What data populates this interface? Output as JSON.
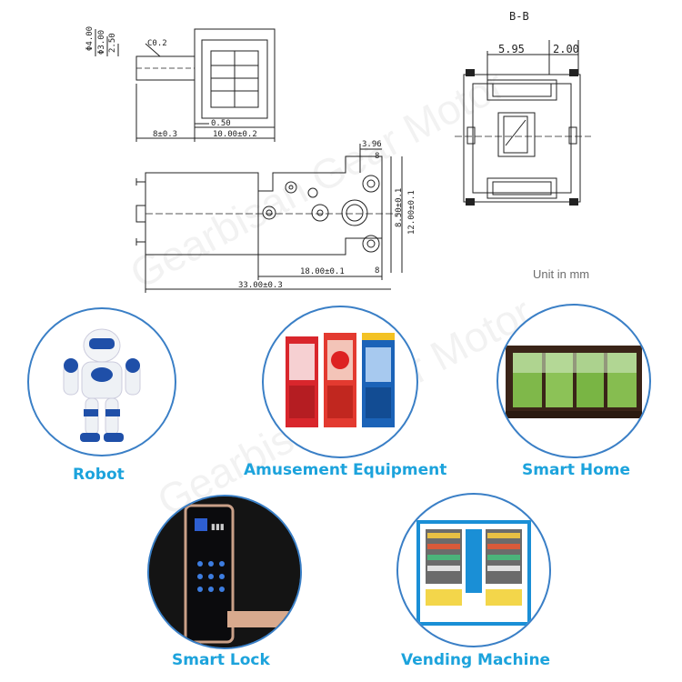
{
  "drawing": {
    "section_label": "B-B",
    "unit_note": "Unit in mm",
    "side_view": {
      "d1": "Φ4.00",
      "d2": "Φ3.00",
      "d3": "2.50",
      "chamfer": "C0.2",
      "gap": "0.50",
      "shaft_len": "8±0.3",
      "body_len": "10.00±0.2"
    },
    "front_view": {
      "dim_top": "3.96",
      "dim_8a": "8",
      "dim_8b": "8",
      "dim_pitch": "8.50±0.1",
      "dim_height": "12.00±0.1",
      "dim_gear_len": "18.00±0.1",
      "dim_total": "33.00±0.3"
    },
    "section_view": {
      "dim_a": "5.95",
      "dim_b": "2.00"
    }
  },
  "applications": [
    {
      "label": "Robot",
      "icon": "robot-image"
    },
    {
      "label": "Amusement Equipment",
      "icon": "arcade-machines-image"
    },
    {
      "label": "Smart Home",
      "icon": "smart-window-image"
    },
    {
      "label": "Smart Lock",
      "icon": "smart-lock-image"
    },
    {
      "label": "Vending Machine",
      "icon": "vending-machine-image"
    }
  ],
  "colors": {
    "label_blue": "#1ca3dc",
    "circle_border": "#3a7fc6"
  }
}
